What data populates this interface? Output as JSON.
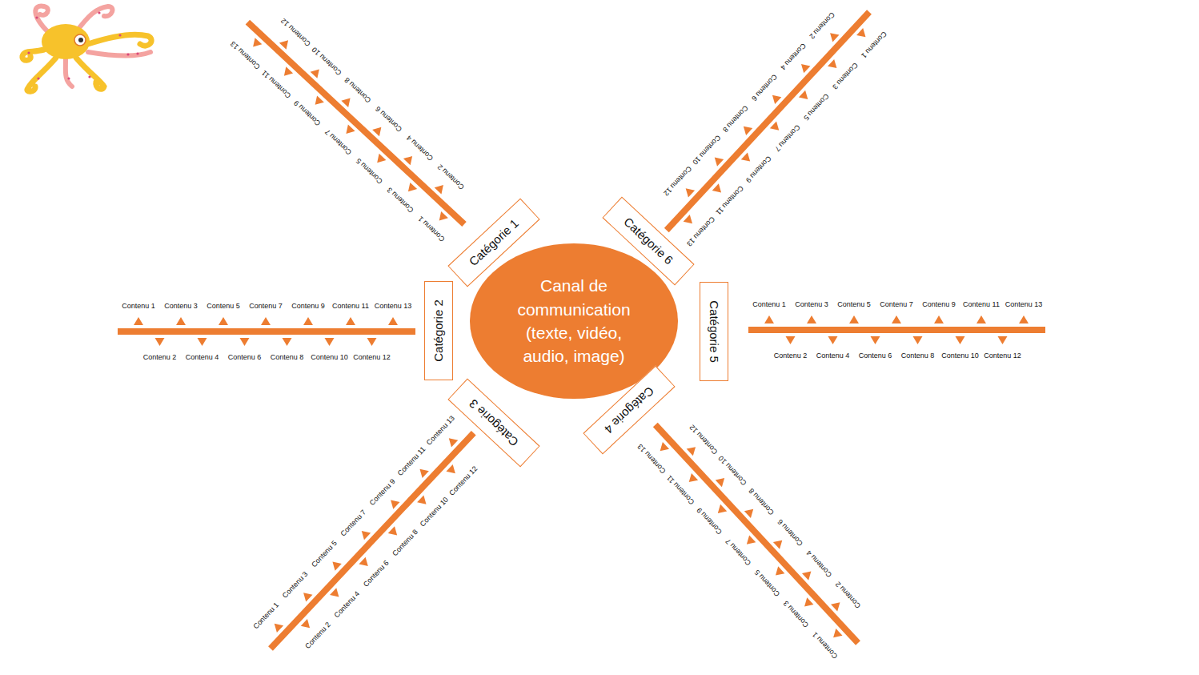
{
  "diagram": {
    "nodes": [
      {
        "text": [
          "Canal de communication (texte, vidéo, audio, image)"
        ]
      },
      {
        "text": [
          "Catégorie 1"
        ]
      },
      {
        "text": [
          "Catégorie 2"
        ]
      },
      {
        "text": [
          "Catégorie 3"
        ]
      },
      {
        "text": [
          "Catégorie 4"
        ]
      },
      {
        "text": [
          "Catégorie 5"
        ]
      },
      {
        "text": [
          "Catégorie 6"
        ]
      }
    ],
    "labels": [
      "Contenu 1",
      "Contenu 2",
      "Contenu 3",
      "Contenu 4",
      "Contenu 5",
      "Contenu 6",
      "Contenu 7",
      "Contenu 8",
      "Contenu 9",
      "Contenu 10",
      "Contenu 11",
      "Contenu 12",
      "Contenu 13",
      "Contenu 1",
      "Contenu 2",
      "Contenu 3",
      "Contenu 4",
      "Contenu 5",
      "Contenu 6",
      "Contenu 7",
      "Contenu 8",
      "Contenu 9",
      "Contenu 10",
      "Contenu 11",
      "Contenu 12",
      "Contenu 13",
      "Contenu 1",
      "Contenu 2",
      "Contenu 3",
      "Contenu 4",
      "Contenu 5",
      "Contenu 6",
      "Contenu 7",
      "Contenu 8",
      "Contenu 9",
      "Contenu 10",
      "Contenu 11",
      "Contenu 12",
      "Contenu 13",
      "Contenu 1",
      "Contenu 2",
      "Contenu 3",
      "Contenu 4",
      "Contenu 5",
      "Contenu 6",
      "Contenu 7",
      "Contenu 8",
      "Contenu 9",
      "Contenu 10",
      "Contenu 11",
      "Contenu 12",
      "Contenu 13",
      "Contenu 1",
      "Contenu 2",
      "Contenu 3",
      "Contenu 4",
      "Contenu 5",
      "Contenu 6",
      "Contenu 7",
      "Contenu 8",
      "Contenu 9",
      "Contenu 10",
      "Contenu 11",
      "Contenu 12",
      "Contenu 13",
      "Contenu 1",
      "Contenu 2",
      "Contenu 3",
      "Contenu 4",
      "Contenu 5",
      "Contenu 6",
      "Contenu 7",
      "Contenu 8",
      "Contenu 9",
      "Contenu 10",
      "Contenu 11",
      "Contenu 12",
      "Contenu 13"
    ]
  }
}
